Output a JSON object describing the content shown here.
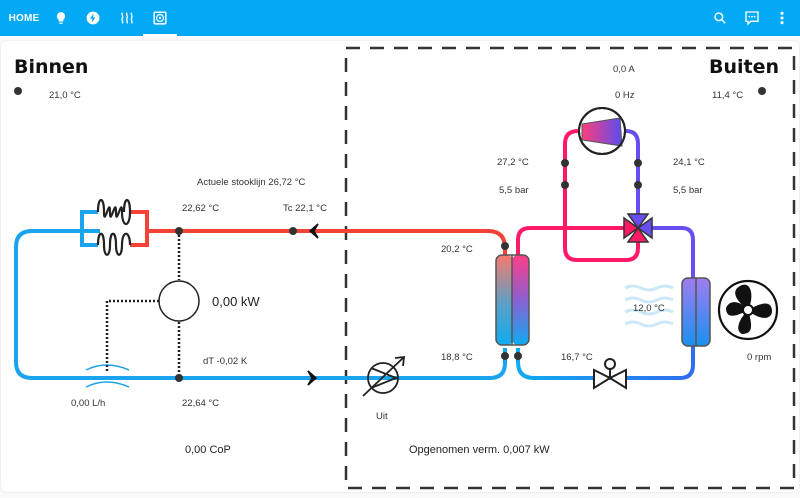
{
  "topbar": {
    "home_label": "HOME",
    "tabs": [
      {
        "icon": "lightbulb-icon"
      },
      {
        "icon": "lightning-icon"
      },
      {
        "icon": "heat-wave-icon"
      },
      {
        "icon": "heat-pump-icon",
        "active": true
      }
    ],
    "actions": [
      {
        "icon": "search-icon"
      },
      {
        "icon": "chat-icon"
      },
      {
        "icon": "more-vertical-icon"
      }
    ]
  },
  "colors": {
    "accent": "#03a9f4",
    "hot": "#f44336",
    "cold": "#1aa3ef",
    "refrigerant_hot": "#ff1a66",
    "refrigerant_cold": "#6a4df0"
  },
  "inside": {
    "title": "Binnen",
    "room_temp": "21,0 °C",
    "heating_curve": "Actuele stooklijn 26,72 °C",
    "supply_temp": "22,62 °C",
    "tc": "Tc 22,1 °C",
    "power": "0,00 kW",
    "delta_t": "dT -0,02 K",
    "flow": "0,00 L/h",
    "return_temp": "22,64 °C",
    "cop": "0,00 CoP"
  },
  "outside": {
    "title": "Buiten",
    "outside_temp": "11,4 °C",
    "current": "0,0 A",
    "frequency": "0 Hz",
    "discharge_temp": "27,2 °C",
    "discharge_pressure": "5,5 bar",
    "suction_temp": "24,1 °C",
    "suction_pressure": "5,5 bar",
    "condenser_in_temp": "20,2 °C",
    "condenser_out_temp": "18,8 °C",
    "pump_state": "Uit",
    "expansion_temp": "16,7 °C",
    "evaporator_air_temp": "12,0 °C",
    "fan_speed": "0 rpm",
    "power_consumed": "Opgenomen verm. 0,007 kW"
  }
}
